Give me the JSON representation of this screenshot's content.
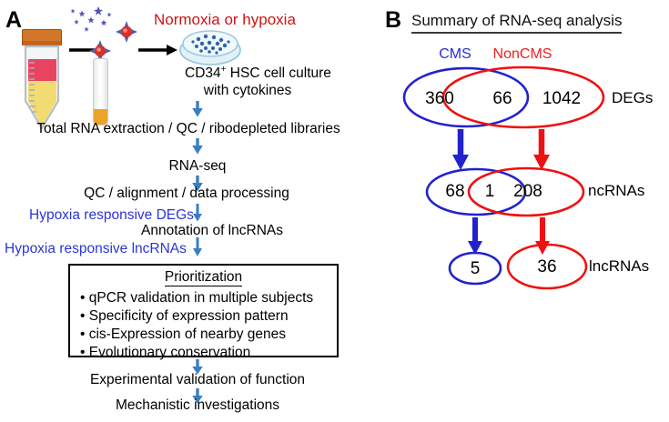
{
  "figure": {
    "panels": [
      {
        "letter": "A"
      },
      {
        "letter": "B"
      }
    ]
  },
  "panel_a": {
    "letter": "A",
    "headline": "Normoxia or hypoxia",
    "culture_line1": "CD34+ HSC cell culture",
    "culture_line1_main": "CD34",
    "culture_line1_sup": "+",
    "culture_line1_rest": " HSC cell culture",
    "culture_line2": "with cytokines",
    "steps": [
      "Total RNA extraction / QC / ribodepleted libraries",
      "RNA-seq",
      "QC / alignment / data processing",
      "Annotation of lncRNAs"
    ],
    "side_labels": [
      "Hypoxia responsive DEGs",
      "Hypoxia responsive lncRNAs"
    ],
    "prioritization": {
      "title": "Prioritization",
      "items": [
        "• qPCR validation in multiple subjects",
        "• Specificity of expression pattern",
        "• cis-Expression of nearby genes",
        "• Evolutionary conservation"
      ]
    },
    "outcomes": [
      "Experimental validation of function",
      "Mechanistic investigations"
    ],
    "colors": {
      "arrow_blue": "#3a7ebf",
      "text_blue": "#2b35d8",
      "text_red": "#cc1414"
    }
  },
  "panel_b": {
    "letter": "B",
    "title": "Summary of RNA-seq analysis",
    "group_labels": {
      "cms": "CMS",
      "noncms": "NonCMS"
    },
    "rows": [
      {
        "row_label": "DEGs",
        "cms_only": "360",
        "overlap": "66",
        "noncms_only": "1042"
      },
      {
        "row_label": "ncRNAs",
        "cms_only": "68",
        "overlap": "1",
        "noncms_only": "208"
      },
      {
        "row_label": "lncRNAs",
        "cms_only": "5",
        "noncms_only": "36"
      }
    ],
    "colors": {
      "cms_blue": "#2222cc",
      "noncms_red": "#ee1111"
    }
  }
}
